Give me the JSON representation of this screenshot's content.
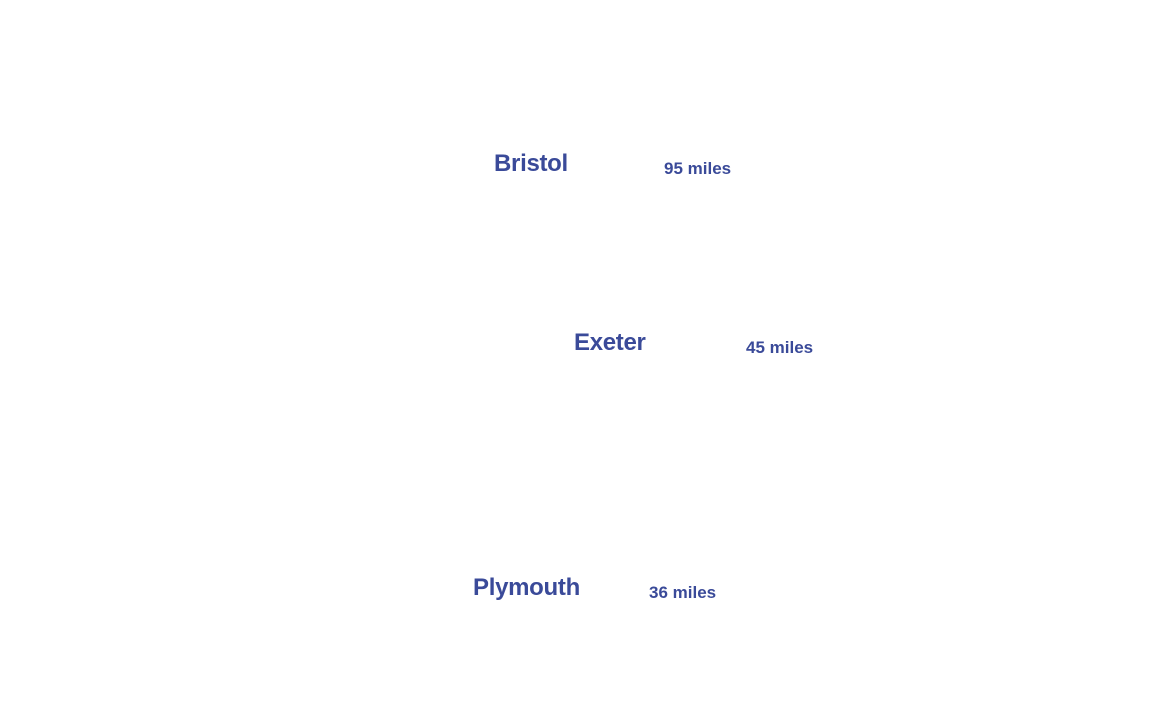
{
  "accent_color": "#3a4a99",
  "destinations": [
    {
      "city": "Bristol",
      "distance": "95 miles"
    },
    {
      "city": "Exeter",
      "distance": "45 miles"
    },
    {
      "city": "Plymouth",
      "distance": "36 miles"
    }
  ]
}
